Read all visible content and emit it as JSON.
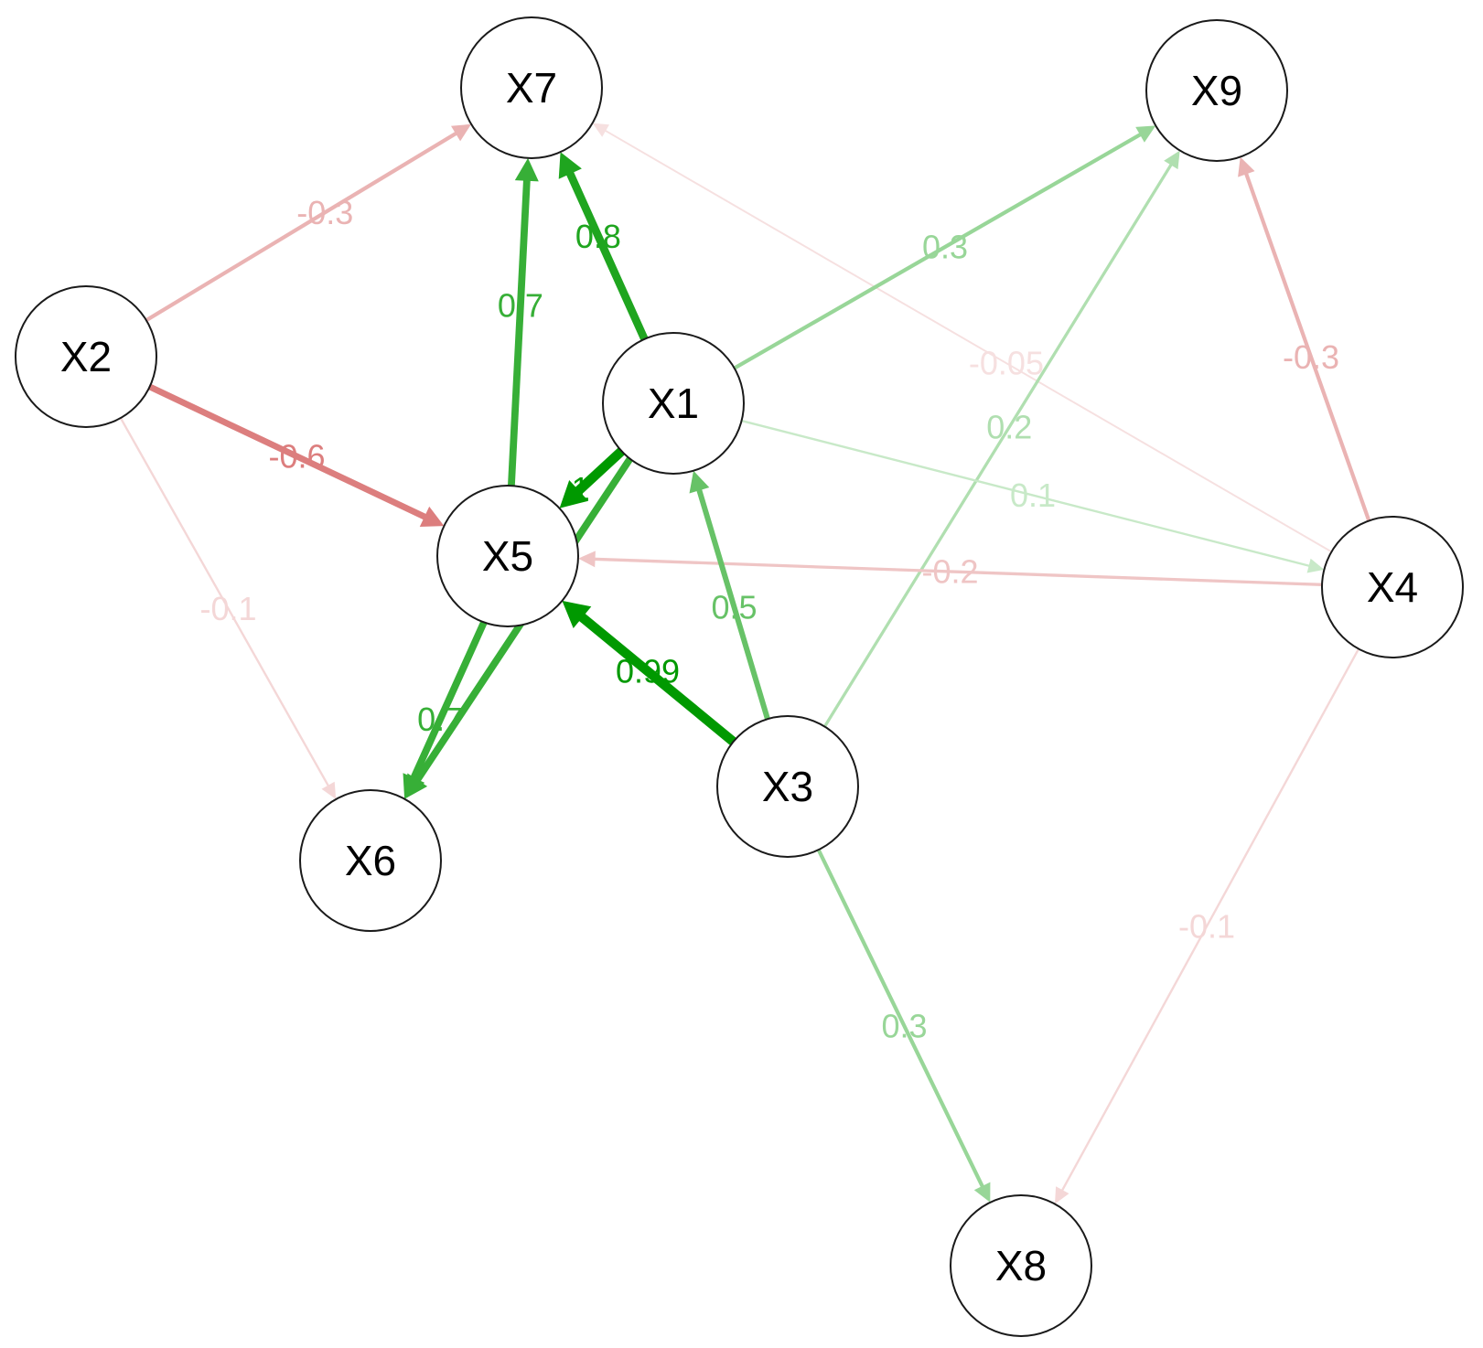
{
  "nodes": [
    {
      "id": "X1",
      "label": "X1"
    },
    {
      "id": "X2",
      "label": "X2"
    },
    {
      "id": "X3",
      "label": "X3"
    },
    {
      "id": "X4",
      "label": "X4"
    },
    {
      "id": "X5",
      "label": "X5"
    },
    {
      "id": "X6",
      "label": "X6"
    },
    {
      "id": "X7",
      "label": "X7"
    },
    {
      "id": "X8",
      "label": "X8"
    },
    {
      "id": "X9",
      "label": "X9"
    }
  ],
  "edges": [
    {
      "from": "X1",
      "to": "X7",
      "weight": 0.8,
      "label": "0.8"
    },
    {
      "from": "X5",
      "to": "X7",
      "weight": 0.7,
      "label": "0.7"
    },
    {
      "from": "X2",
      "to": "X7",
      "weight": -0.3,
      "label": "-0.3"
    },
    {
      "from": "X4",
      "to": "X7",
      "weight": -0.05,
      "label": "-0.05"
    },
    {
      "from": "X1",
      "to": "X9",
      "weight": 0.3,
      "label": "0.3"
    },
    {
      "from": "X3",
      "to": "X9",
      "weight": 0.2,
      "label": "0.2"
    },
    {
      "from": "X4",
      "to": "X9",
      "weight": -0.3,
      "label": "-0.3"
    },
    {
      "from": "X1",
      "to": "X4",
      "weight": 0.1,
      "label": "0.1"
    },
    {
      "from": "X4",
      "to": "X5",
      "weight": -0.2,
      "label": "-0.2"
    },
    {
      "from": "X2",
      "to": "X5",
      "weight": -0.6,
      "label": "-0.6"
    },
    {
      "from": "X1",
      "to": "X5",
      "weight": 1,
      "label": "1"
    },
    {
      "from": "X3",
      "to": "X5",
      "weight": 0.99,
      "label": "0.99"
    },
    {
      "from": "X3",
      "to": "X1",
      "weight": 0.5,
      "label": "0.5"
    },
    {
      "from": "X5",
      "to": "X6",
      "weight": 0.7,
      "label": "0.7"
    },
    {
      "from": "X1",
      "to": "X6",
      "weight": 0.7,
      "label": "0.7"
    },
    {
      "from": "X2",
      "to": "X6",
      "weight": -0.1,
      "label": "-0.1"
    },
    {
      "from": "X3",
      "to": "X8",
      "weight": 0.3,
      "label": "0.3"
    },
    {
      "from": "X4",
      "to": "X8",
      "weight": -0.1,
      "label": "-0.1"
    }
  ],
  "colors": {
    "positive": "#009900",
    "negative": "#cc4444",
    "background": "#ffffff",
    "node_fill": "#ffffff",
    "node_stroke": "#1a1a1a"
  }
}
